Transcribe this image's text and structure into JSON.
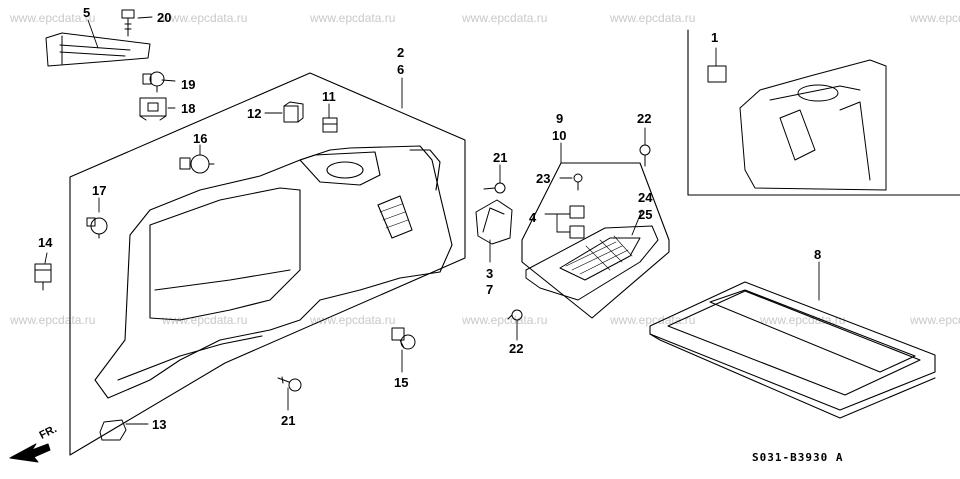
{
  "watermark": "www.epcdata.ru",
  "diagram_code": "S031-B3930 A",
  "front_label": "FR.",
  "colors": {
    "line": "#000000",
    "watermark": "#c9c9c9",
    "background": "#ffffff"
  },
  "part_numbers": {
    "p1": "1",
    "p2": "2",
    "p3": "3",
    "p4": "4",
    "p5": "5",
    "p6": "6",
    "p7": "7",
    "p8": "8",
    "p9": "9",
    "p10": "10",
    "p11": "11",
    "p12": "12",
    "p13": "13",
    "p14": "14",
    "p15": "15",
    "p16": "16",
    "p17": "17",
    "p18": "18",
    "p19": "19",
    "p20": "20",
    "p21a": "21",
    "p21b": "21",
    "p22a": "22",
    "p22b": "22",
    "p23": "23",
    "p24": "24",
    "p25": "25"
  }
}
